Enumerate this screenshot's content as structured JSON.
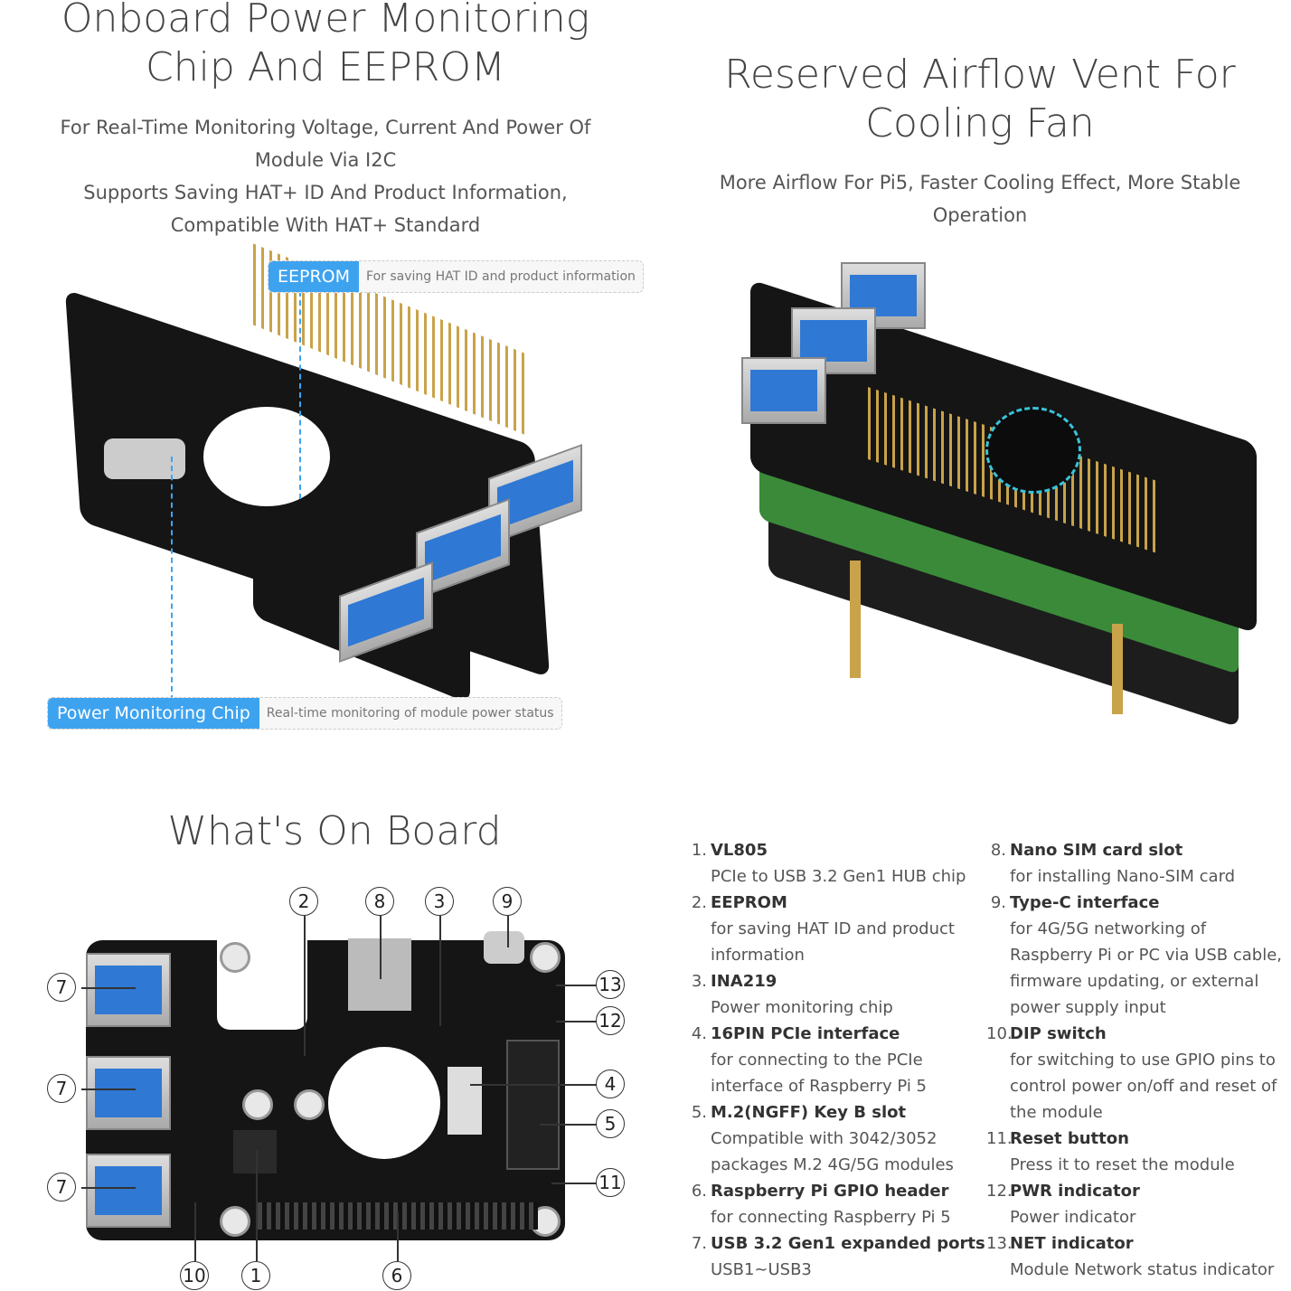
{
  "top_left": {
    "title_line1": "Onboard Power Monitoring",
    "title_line2": "Chip And EEPROM",
    "subtitle_lines": [
      "For Real-Time Monitoring Voltage, Current And Power Of",
      "Module Via I2C",
      "Supports Saving HAT+ ID And Product Information,",
      "Compatible With HAT+ Standard"
    ],
    "callouts": [
      {
        "label": "EEPROM",
        "desc": "For saving HAT ID and product information"
      },
      {
        "label": "Power Monitoring Chip",
        "desc": "Real-time monitoring of module power status"
      }
    ],
    "accent_color": "#3ea3ef"
  },
  "top_right": {
    "title_line1": "Reserved Airflow Vent For",
    "title_line2": "Cooling Fan",
    "subtitle_lines": [
      "More Airflow For Pi5, Faster Cooling Effect, More Stable",
      "Operation"
    ]
  },
  "board": {
    "title": "What's On Board",
    "markers": [
      "1",
      "2",
      "3",
      "4",
      "5",
      "6",
      "7",
      "8",
      "9",
      "10",
      "11",
      "12",
      "13"
    ]
  },
  "features": [
    {
      "num": "1.",
      "name": "VL805",
      "desc": [
        "PCIe to USB 3.2 Gen1 HUB chip"
      ]
    },
    {
      "num": "2.",
      "name": "EEPROM",
      "desc": [
        "for saving HAT ID and product",
        "information"
      ]
    },
    {
      "num": "3.",
      "name": "INA219",
      "desc": [
        "Power monitoring chip"
      ]
    },
    {
      "num": "4.",
      "name": "16PIN PCIe interface",
      "desc": [
        "for connecting to the PCIe",
        "interface of Raspberry Pi 5"
      ]
    },
    {
      "num": "5.",
      "name": "M.2(NGFF) Key B slot",
      "desc": [
        "Compatible with 3042/3052",
        "packages M.2 4G/5G modules"
      ]
    },
    {
      "num": "6.",
      "name": "Raspberry Pi GPIO header",
      "desc": [
        "for connecting Raspberry Pi 5"
      ]
    },
    {
      "num": "7.",
      "name": "USB 3.2 Gen1 expanded ports",
      "desc": [
        "USB1~USB3"
      ]
    },
    {
      "num": "8.",
      "name": "Nano SIM card slot",
      "desc": [
        "for installing Nano-SIM card"
      ]
    },
    {
      "num": "9.",
      "name": "Type-C interface",
      "desc": [
        "for 4G/5G networking of",
        "Raspberry Pi or PC via USB cable,",
        "firmware updating, or external",
        "power supply input"
      ]
    },
    {
      "num": "10.",
      "name": "DIP switch",
      "desc": [
        "for switching to use GPIO pins to",
        "control power on/off and reset of",
        "the module"
      ]
    },
    {
      "num": "11.",
      "name": "Reset button",
      "desc": [
        "Press it to reset the module"
      ]
    },
    {
      "num": "12.",
      "name": "PWR indicator",
      "desc": [
        "Power indicator"
      ]
    },
    {
      "num": "13.",
      "name": "NET indicator",
      "desc": [
        "Module Network status indicator"
      ]
    }
  ]
}
